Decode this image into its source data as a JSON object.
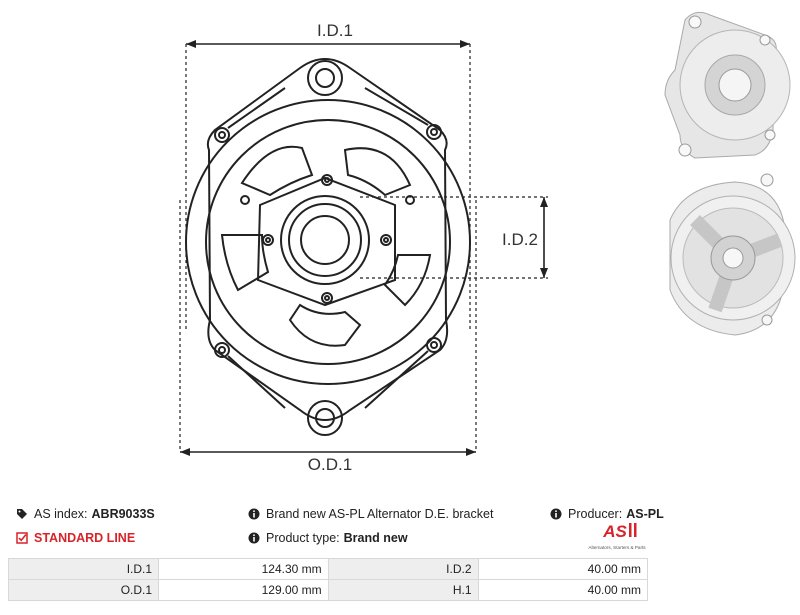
{
  "drawing": {
    "label_id1": "I.D.1",
    "label_id2": "I.D.2",
    "label_od1": "O.D.1"
  },
  "info": {
    "as_index_label": "AS index:",
    "as_index_value": "ABR9033S",
    "line": "STANDARD LINE",
    "description": "Brand new AS-PL Alternator D.E. bracket",
    "product_type_label": "Product type:",
    "product_type_value": "Brand new",
    "producer_label": "Producer:",
    "producer_value": "AS-PL"
  },
  "logo": {
    "mark": "AS",
    "tagline": "Alternators, Starters & Parts"
  },
  "specs": [
    {
      "k1": "I.D.1",
      "v1": "124.30 mm",
      "k2": "I.D.2",
      "v2": "40.00 mm"
    },
    {
      "k1": "O.D.1",
      "v1": "129.00 mm",
      "k2": "H.1",
      "v2": "40.00 mm"
    }
  ],
  "colors": {
    "accent": "#d8232a",
    "line": "#222222"
  }
}
